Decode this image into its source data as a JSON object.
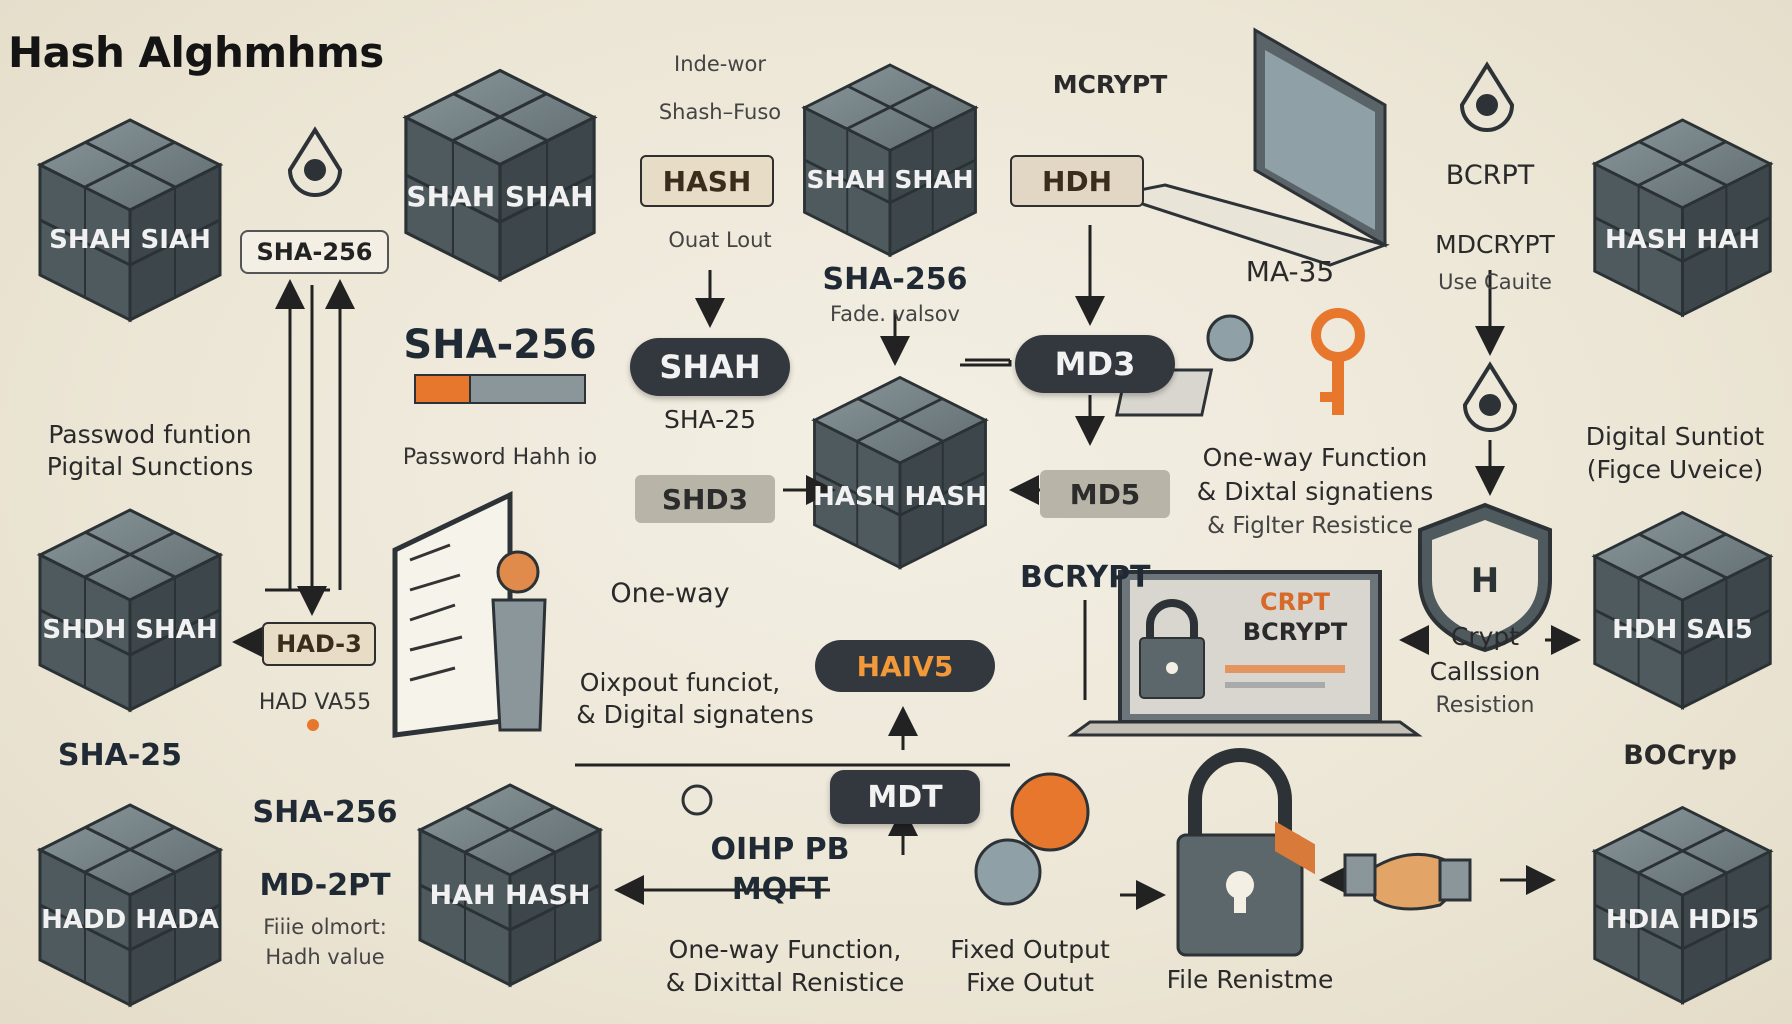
{
  "title": "Hash Alghmhms",
  "labels": {
    "inde_wor": "Inde-wor",
    "shash_fuso": "Shash–Fuso",
    "ouat_lout": "Ouat Lout",
    "mcrypt_top": "MCRYPT",
    "sha256_left": "SHA-256",
    "sha256_big": "SHA-256",
    "sha256_center": "SHA-256",
    "fade_valsov": "Fade. valsov",
    "ma35": "MA-35",
    "bcrypt_right": "BCRPT",
    "mdcrypt_right": "MDCRYPT",
    "use_caute": "Use Cauite",
    "password_hash": "Password Hahh io",
    "passwod_funtion": "Passwod funtion",
    "pigital_sunctions": "Pigital Sunctions",
    "sha25_center": "SHA-25",
    "digital_suntiot": "Digital Suntiot",
    "figce_uveice": "(Figce Uveice)",
    "one_way_fn_right": "One-way Function",
    "dixtal_signatiens": "& Dixtal signatiens",
    "figlter_resistice": "& Figlter Resistice",
    "bcrypt_mid": "BCRYPT",
    "one_way_center": "One-way",
    "oixpout_funciot": "Oixpout funciot,",
    "digital_signatens": "& Digital signatens",
    "had_vas5": "HAD VA55",
    "sha25_left": "SHA-25",
    "crypt": "Crypt",
    "callssion": "Callssion",
    "resistion": "Resistion",
    "bocryp": "BOCryp",
    "sha256_bottom": "SHA-256",
    "md2pt": "MD-2PT",
    "fiiie_olmort": "Fiiie olmort:",
    "hadh_value": "Hadh value",
    "oihpb": "OIHP PB",
    "mqft": "MQFT",
    "one_way_bottom": "One-way Function,",
    "dixittal_bottom": "& Dixittal Renistice",
    "fixed_output": "Fixed Output",
    "fixe_outut": "Fixe Outut",
    "file_renistance": "File Renistme",
    "crpt_screen": "CRPT",
    "bcrypt_screen": "BCRYPT"
  },
  "pills": {
    "hash_top": "HASH",
    "hdh_top": "HDH",
    "sha256_tag": "SHA-256",
    "shah_mid": "SHAH",
    "md3": "MD3",
    "shd3": "SHD3",
    "md5": "MD5",
    "had3": "HAD-3",
    "haiv5": "HAIV5",
    "mdt": "MDT"
  },
  "cubes": {
    "c1": "SHAH SIAH",
    "c2": "SHAH SHAH",
    "c3": "SHAH SHAH",
    "c4": "HASH HAH",
    "c5": "HASH HASH",
    "c6": "SHDH SHAH",
    "c7": "HDH SAI5",
    "c8": "HADD HADA",
    "c9": "HAH HASH",
    "c10": "HDIA HDI5"
  },
  "colors": {
    "cube_top": "#6f7d80",
    "cube_side": "#4f5a5e",
    "cube_dark": "#3a4246",
    "pill_dark": "#33383f",
    "accent_orange": "#e8772e",
    "background": "#efe9dc"
  },
  "icons": [
    "padlock-icon",
    "laptop-icon",
    "shield-icon",
    "key-icon",
    "handshake-icon",
    "person-whiteboard-icon",
    "drop-badge-icon"
  ]
}
